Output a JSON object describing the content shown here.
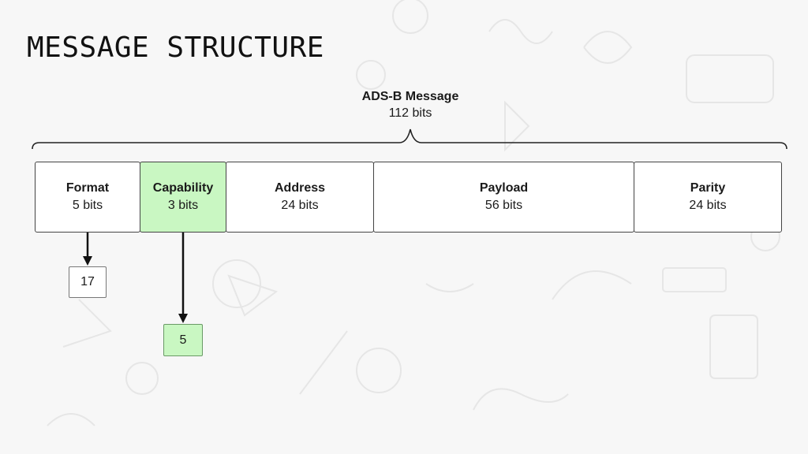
{
  "slide": {
    "title": "MESSAGE STRUCTURE"
  },
  "message": {
    "title": "ADS-B Message",
    "bits": "112 bits"
  },
  "fields": [
    {
      "name": "Format",
      "bits": "5 bits"
    },
    {
      "name": "Capability",
      "bits": "3 bits"
    },
    {
      "name": "Address",
      "bits": "24 bits"
    },
    {
      "name": "Payload",
      "bits": "56 bits"
    },
    {
      "name": "Parity",
      "bits": "24 bits"
    }
  ],
  "values": {
    "format": "17",
    "capability": "5"
  },
  "colors": {
    "highlight": "#c9f7c2",
    "background": "#f7f7f7"
  }
}
